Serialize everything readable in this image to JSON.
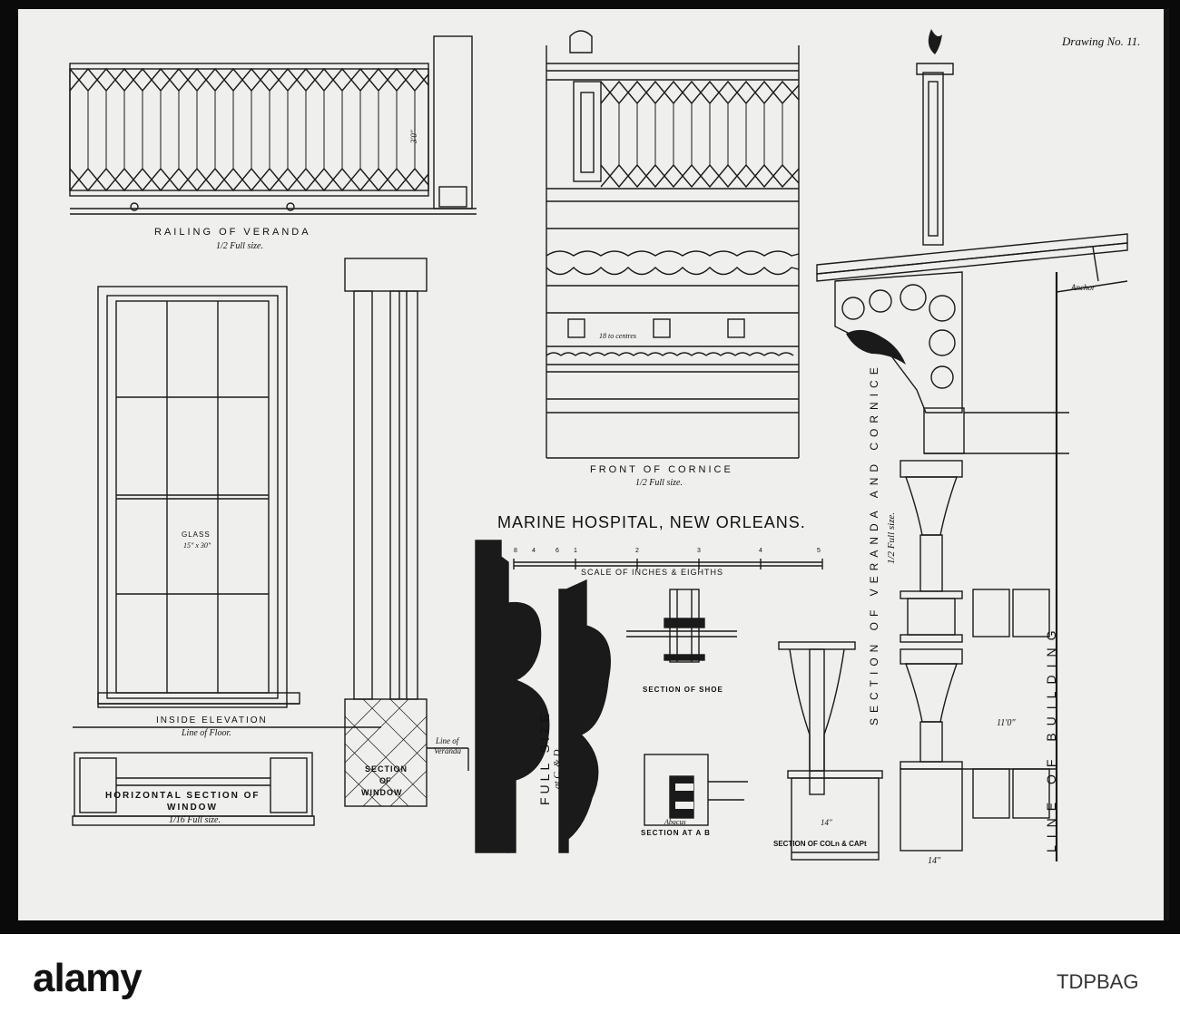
{
  "sheet": {
    "drawing_no": "Drawing No. 11.",
    "title": "MARINE HOSPITAL, NEW ORLEANS.",
    "scale": {
      "label": "SCALE OF INCHES & EIGHTHS",
      "ticks": [
        "8",
        "4",
        "6",
        "1",
        "2",
        "3",
        "4",
        "5"
      ]
    }
  },
  "railing": {
    "title": "RAILING OF VERANDA",
    "scale": "1/2 Full size.",
    "height_dim": "3'0\""
  },
  "cornice_front": {
    "title": "FRONT OF CORNICE",
    "scale": "1/2 Full size.",
    "spacing": "18 to centres"
  },
  "window": {
    "inside_title": "INSIDE ELEVATION",
    "floor_label": "Line of Floor.",
    "glass_label": "GLASS",
    "glass_size": "15\" x 30\"",
    "section_title_1": "SECTION",
    "section_title_2": "OF",
    "section_title_3": "WINDOW",
    "horizontal_title_1": "HORIZONTAL SECTION OF",
    "horizontal_title_2": "WINDOW",
    "horizontal_scale": "1/16 Full size.",
    "veranda_line_1": "Line of",
    "veranda_line_2": "Veranda"
  },
  "details": {
    "full_size": "FULL SIZE",
    "full_size_sub": "at C, & D",
    "shoe_title": "SECTION OF SHOE",
    "abacus": "Abacus",
    "section_ab": "SECTION AT A B",
    "col_cap_title": "SECTION OF COLn & CAPt",
    "col_dim": "14\""
  },
  "section_veranda": {
    "title": "SECTION OF VERANDA AND CORNICE",
    "scale": "1/2 Full size.",
    "anchor": "Anchor",
    "building_line": "LINE OF BUILDING",
    "height_dim": "11'0\"",
    "base_dim": "14\""
  },
  "footer": {
    "logo": "alamy",
    "code": "TDPBAG"
  }
}
